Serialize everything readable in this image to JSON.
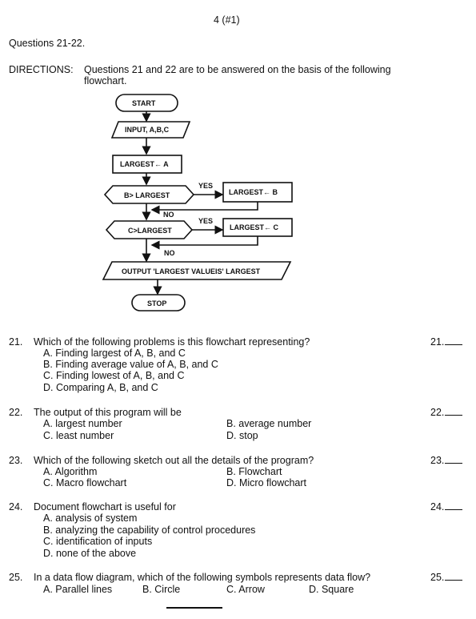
{
  "page_header": "4 (#1)",
  "section_title": "Questions 21-22.",
  "directions": {
    "label": "DIRECTIONS:",
    "line1": "Questions 21 and 22 are to be answered on the basis of the following",
    "line2": "flowchart."
  },
  "flowchart": {
    "start": "START",
    "input": "INPUT, A,B,C",
    "assign_a": "LARGEST← A",
    "decision_b": "B> LARGEST",
    "assign_b": "LARGEST← B",
    "decision_c": "C>LARGEST",
    "assign_c": "LARGEST← C",
    "yes_label": "YES",
    "no_label": "NO",
    "output": "OUTPUT 'LARGEST VALUEIS' LARGEST",
    "stop": "STOP"
  },
  "questions": [
    {
      "number": "21.",
      "text": "Which of the following problems is this flowchart representing?",
      "answer_label": "21.",
      "options": [
        "A.  Finding largest of A, B, and C",
        "B.  Finding average value of A, B, and C",
        "C.  Finding lowest of A, B, and C",
        "D.  Comparing A, B, and C"
      ]
    },
    {
      "number": "22.",
      "text": "The output of this program will be",
      "answer_label": "22.",
      "options": [
        "A.  largest number",
        "B.  average number",
        "C.  least number",
        "D.  stop"
      ]
    },
    {
      "number": "23.",
      "text": "Which of the following sketch out all the details of the program?",
      "answer_label": "23.",
      "options": [
        "A.  Algorithm",
        "B.  Flowchart",
        "C.  Macro flowchart",
        "D.  Micro flowchart"
      ]
    },
    {
      "number": "24.",
      "text": "Document flowchart is useful for",
      "answer_label": "24.",
      "options": [
        "A.  analysis of system",
        "B.  analyzing the capability of control procedures",
        "C.  identification of inputs",
        "D.  none of the above"
      ]
    },
    {
      "number": "25.",
      "text": "In a data flow diagram, which of the following symbols represents data flow?",
      "answer_label": "25.",
      "options": [
        "A.  Parallel lines",
        "B.  Circle",
        "C.  Arrow",
        "D.  Square"
      ]
    }
  ]
}
